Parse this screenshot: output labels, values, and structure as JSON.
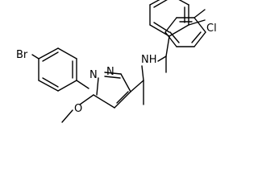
{
  "atoms": {
    "br": "Br",
    "cl": "Cl",
    "nh": "NH",
    "n1": "N",
    "n2": "N",
    "o": "O"
  }
}
